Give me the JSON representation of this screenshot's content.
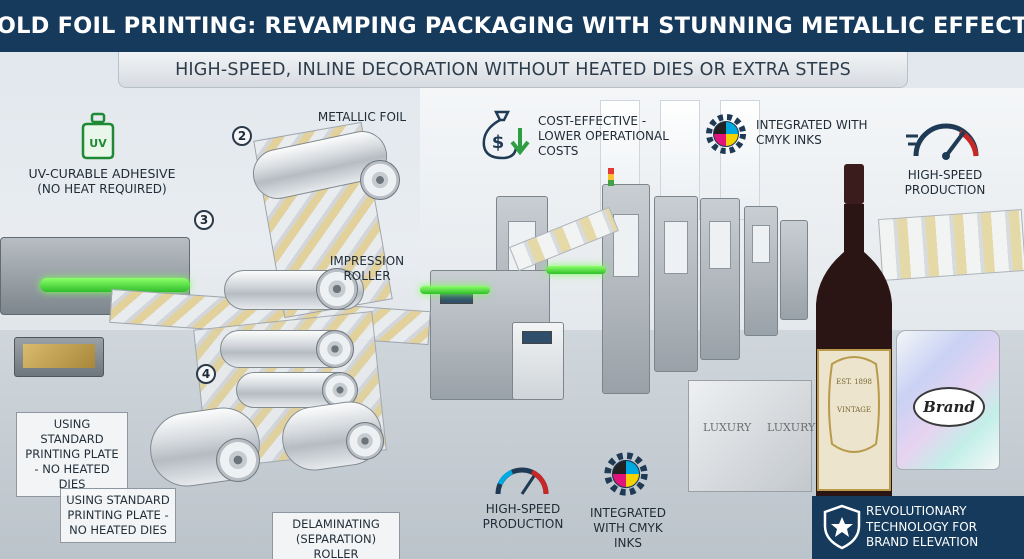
{
  "header": {
    "title": "COLD FOIL PRINTING: REVAMPING PACKAGING WITH STUNNING METALLIC EFFECTS",
    "subtitle": "HIGH-SPEED, INLINE DECORATION WITHOUT HEATED DIES OR EXTRA STEPS"
  },
  "steps": {
    "one_label": "UV-CURABLE ADHESIVE",
    "one_note": "(NO HEAT REQUIRED)",
    "two_num": "2",
    "two_label": "METALLIC FOIL",
    "three_num": "3",
    "three_label": "IMPRESSION ROLLER",
    "four_num": "4"
  },
  "callouts": {
    "plate_top": "USING STANDARD PRINTING PLATE - NO HEATED DIES",
    "plate_bottom": "USING STANDARD PRINTING PLATE - NO HEATED DIES",
    "delam": "DELAMINATING (SEPARATION) ROLLER"
  },
  "benefits": {
    "cost": "COST-EFFECTIVE - LOWER OPERATIONAL COSTS",
    "cmyk_top": "INTEGRATED WITH CMYK INKS",
    "speed_top": "HIGH-SPEED PRODUCTION",
    "speed_bottom": "HIGH-SPEED PRODUCTION",
    "cmyk_bottom": "INTEGRATED WITH CMYK INKS",
    "tech": "REVOLUTIONARY TECHNOLOGY FOR BRAND ELEVATION"
  },
  "product": {
    "bottle_est": "EST. 1898",
    "bottle_vintage": "VINTAGE",
    "box_text": "LUXURY",
    "pouch_brand": "Brand",
    "icon_uv": "UV"
  },
  "icons": {
    "uv_bottle": "uv-adhesive-bottle-icon",
    "money": "money-bag-down-arrow-icon",
    "cmyk": "cmyk-gear-icon",
    "speedometer": "speedometer-icon",
    "shield": "shield-star-icon"
  },
  "colors": {
    "header_bg": "#153a5c",
    "uv_green": "#39d13a",
    "cmyk_cyan": "#00a9e0",
    "cmyk_magenta": "#e0147a",
    "cmyk_yellow": "#f4d100",
    "accent_red": "#c62828"
  }
}
